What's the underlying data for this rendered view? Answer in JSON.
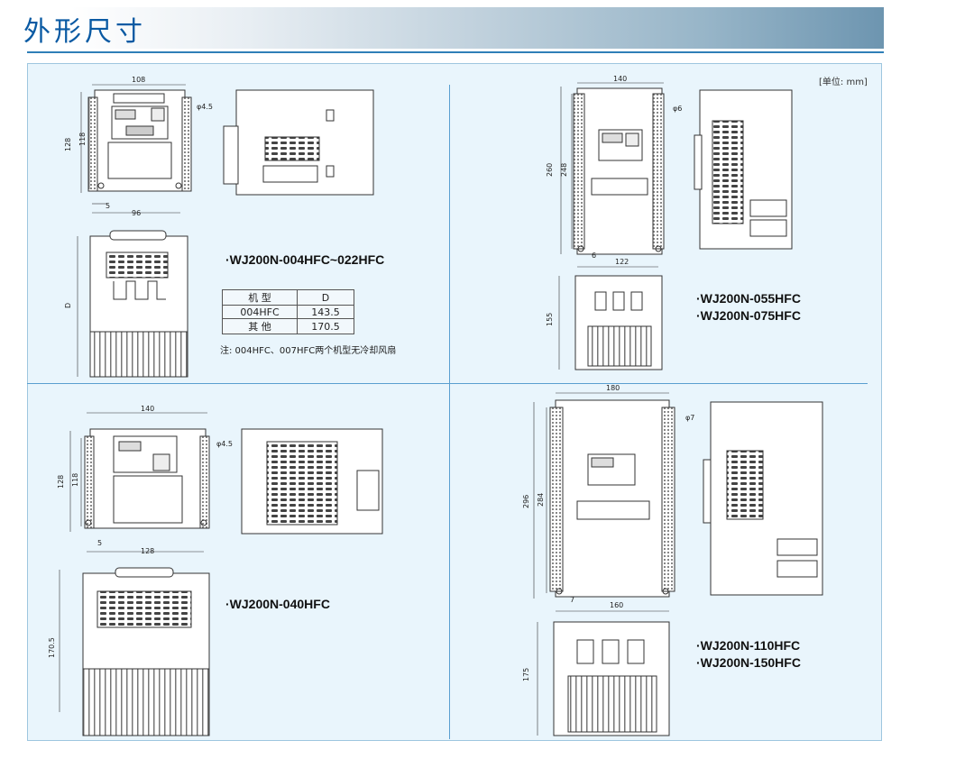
{
  "header": {
    "title": "外形尺寸"
  },
  "unit_note": "[单位: mm]",
  "models": {
    "a": "·WJ200N-004HFC~022HFC",
    "b1": "·WJ200N-055HFC",
    "b2": "·WJ200N-075HFC",
    "c": "·WJ200N-040HFC",
    "d1": "·WJ200N-110HFC",
    "d2": "·WJ200N-150HFC"
  },
  "spec_table": {
    "headers": [
      "机 型",
      "D"
    ],
    "rows": [
      [
        "004HFC",
        "143.5"
      ],
      [
        "其 他",
        "170.5"
      ]
    ]
  },
  "footnote": "注: 004HFC、007HFC两个机型无冷却风扇",
  "dims": {
    "a": {
      "width": "108",
      "height1": "128",
      "height2": "118",
      "hole": "φ4.5",
      "offset": "5",
      "pitch": "96",
      "depth": "D"
    },
    "b": {
      "width": "140",
      "height1": "260",
      "height2": "248",
      "hole": "φ6",
      "offset": "6",
      "pitch": "122",
      "depth": "155"
    },
    "c": {
      "width": "140",
      "height1": "128",
      "height2": "118",
      "hole": "φ4.5",
      "offset": "5",
      "pitch": "128",
      "depth": "170.5"
    },
    "d": {
      "width": "180",
      "height1": "296",
      "height2": "284",
      "hole": "φ7",
      "offset": "7",
      "pitch": "160",
      "depth": "175"
    }
  }
}
